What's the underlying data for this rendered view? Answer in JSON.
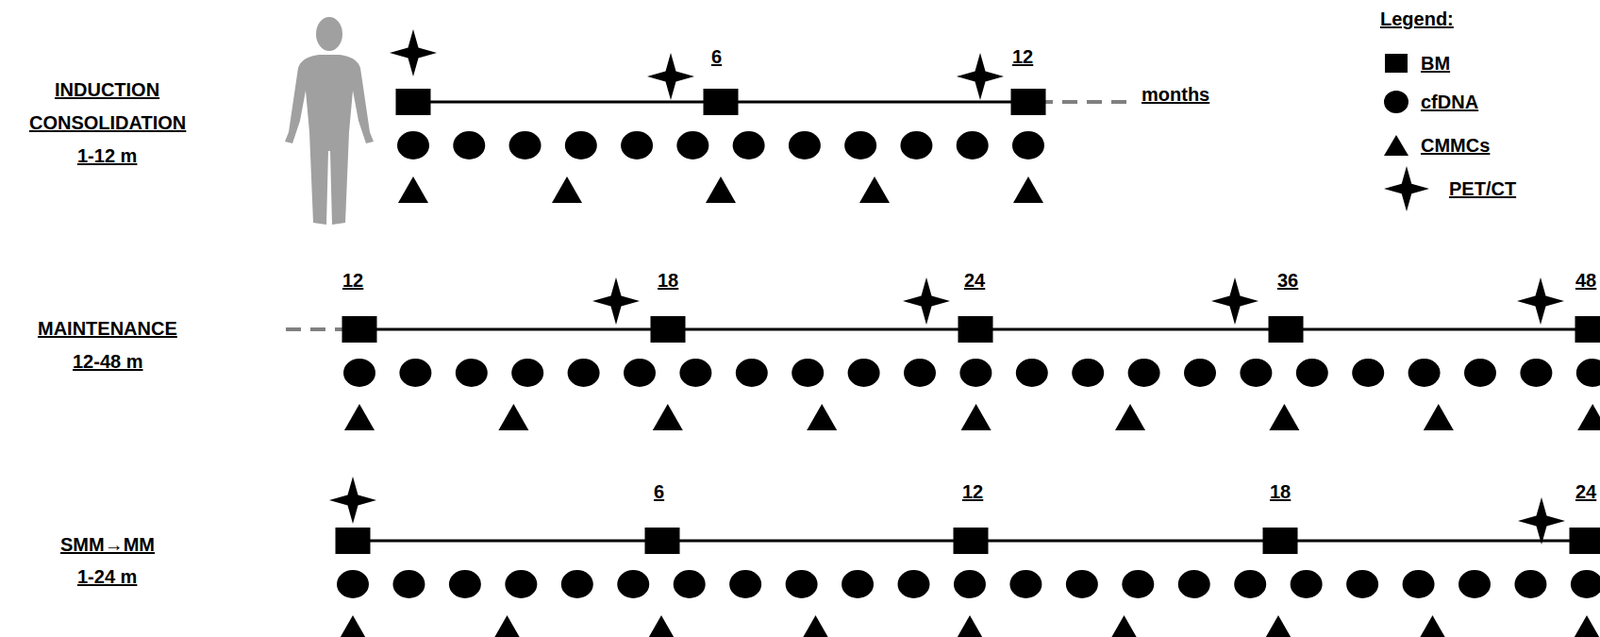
{
  "diagram": {
    "labels": [
      "INDUCTION",
      "CONSOLIDATION",
      "1-12 m",
      "6",
      "12",
      "months",
      "MAINTENANCE",
      "12-48 m",
      "12",
      "18",
      "24",
      "36",
      "48",
      "SMM→MM",
      "1-24 m",
      "6",
      "12",
      "18",
      "24",
      "Legend:"
    ],
    "legend": [
      {
        "text": "BM"
      },
      {
        "text": "cfDNA"
      },
      {
        "text": "CMMCs"
      },
      {
        "text": "PET/CT"
      }
    ]
  }
}
